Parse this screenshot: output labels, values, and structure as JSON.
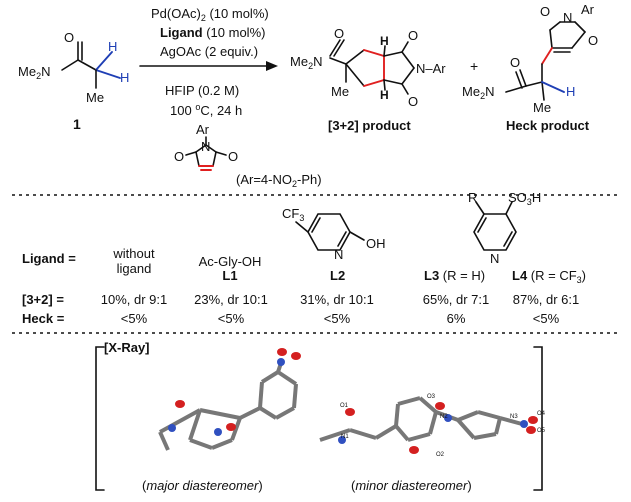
{
  "reaction": {
    "substrate_number": "1",
    "catalyst": "Pd(OAc)",
    "catalyst_sub": "2",
    "catalyst_load": " (10 mol%)",
    "ligand_word": "Ligand",
    "ligand_load": " (10 mol%)",
    "oxidant": "AgOAc (2 equiv.)",
    "solvent": "HFIP (0.2 M)",
    "temp_prefix": "100 ",
    "temp_sup": "o",
    "temp_suffix": "C, 24 h",
    "aryl_note": "(Ar=4-NO",
    "aryl_sub": "2",
    "aryl_suffix": "-Ph)",
    "plus": "+",
    "product_32": "[3+2] product",
    "product_heck": "Heck product"
  },
  "atoms": {
    "me2n": "Me",
    "me2n_sub": "2",
    "n_letter": "N",
    "o": "O",
    "me": "Me",
    "h": "H",
    "n": "N",
    "ar": "Ar",
    "n_ar": "N–Ar",
    "cf3": "CF",
    "cf3_sub": "3",
    "r": "R",
    "so3h_pre": "SO",
    "so3h_sub": "3",
    "so3h_post": "H",
    "oh": "OH"
  },
  "table": {
    "ligand_header": "Ligand =",
    "row_32_label": "[3+2] =",
    "row_heck_label": "Heck =",
    "columns": [
      {
        "name_line1": "without",
        "name_line2": "ligand",
        "code": "",
        "r32": "10%, dr 9:1",
        "heck": "<5%"
      },
      {
        "name_line1": "Ac-Gly-OH",
        "name_line2": "",
        "code": "L1",
        "r32": "23%, dr 10:1",
        "heck": "<5%"
      },
      {
        "name_line1": "",
        "name_line2": "",
        "code": "L2",
        "r32": "31%, dr 10:1",
        "heck": "<5%"
      },
      {
        "name_line1": "",
        "name_line2": "",
        "code": "L3",
        "code_note": " (R = H)",
        "r32": "65%, dr 7:1",
        "heck": "6%"
      },
      {
        "name_line1": "",
        "name_line2": "",
        "code": "L4",
        "code_note": " (R = CF",
        "code_note_sub": "3",
        "code_note_end": ")",
        "r32": "87%, dr 6:1",
        "heck": "<5%"
      }
    ]
  },
  "xray": {
    "label": "[X-Ray]",
    "major": "major diastereomer",
    "minor": "minor diastereomer",
    "paren_open": "(",
    "paren_close": ")",
    "atom_labels": [
      "O1",
      "N1",
      "O3",
      "N2",
      "N3",
      "O4",
      "O5",
      "O2"
    ]
  }
}
